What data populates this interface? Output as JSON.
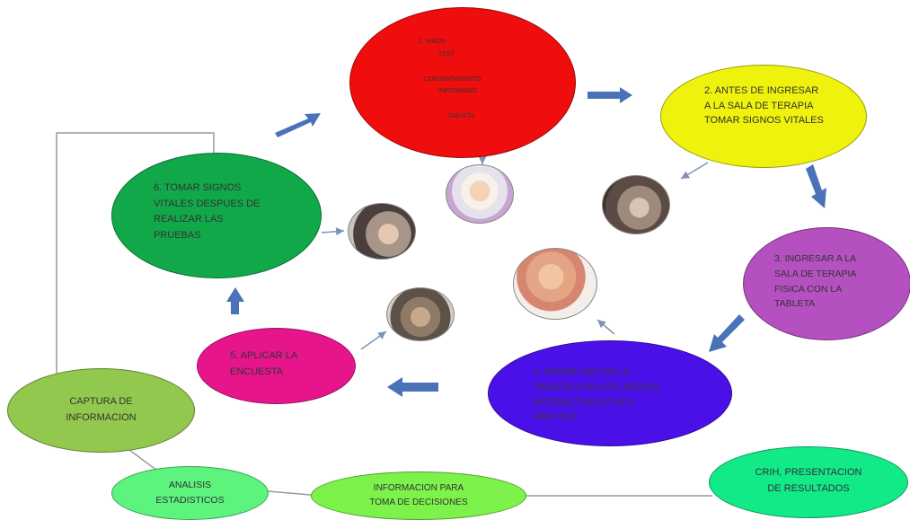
{
  "colors": {
    "node1": "#f00d0d",
    "node2": "#eef20c",
    "node3": "#b550c0",
    "node4": "#4a10e8",
    "node5": "#e6158c",
    "node6": "#11a84a",
    "captura": "#92c84e",
    "analisis": "#5cf47c",
    "informacion": "#7cf24a",
    "crih": "#12ea88",
    "arrow": "#4a72b8"
  },
  "nodes": {
    "n1": {
      "lines": [
        "1.      NIÑOS",
        "TEST",
        "CONSENTIMIENTO",
        "INFORMADO",
        "TABLETA"
      ]
    },
    "n2": {
      "lines": [
        "2. ANTES DE INGRESAR",
        "A LA SALA DE TERAPIA",
        "TOMAR SIGNOS  VITALES"
      ]
    },
    "n3": {
      "lines": [
        "3. INGRESAR A LA",
        "SALA DE TERAPIA",
        "FISICA CON  LA",
        "TABLETA"
      ]
    },
    "n4": {
      "lines": [
        "4. HACER USO DE LA",
        "TABLETA CON LOS JUEGOS",
        "INTERACTIVOS POR 5",
        "MINUTOS"
      ]
    },
    "n5": {
      "lines": [
        "5. APLICAR LA",
        "ENCUESTA"
      ]
    },
    "n6": {
      "lines": [
        "6. TOMAR SIGNOS",
        "VITALES DESPUES DE",
        "REALIZAR LAS",
        "PRUEBAS"
      ]
    }
  },
  "bottom": {
    "captura": {
      "lines": [
        "CAPTURA DE",
        "INFORMACION"
      ]
    },
    "analisis": {
      "lines": [
        "ANALISIS",
        "ESTADISTICOS"
      ]
    },
    "informacion": {
      "lines": [
        "INFORMACION PARA",
        "TOMA DE DECISIONES"
      ]
    },
    "crih": {
      "lines": [
        "CRIH, PRESENTACION",
        "DE RESULTADOS"
      ]
    }
  }
}
